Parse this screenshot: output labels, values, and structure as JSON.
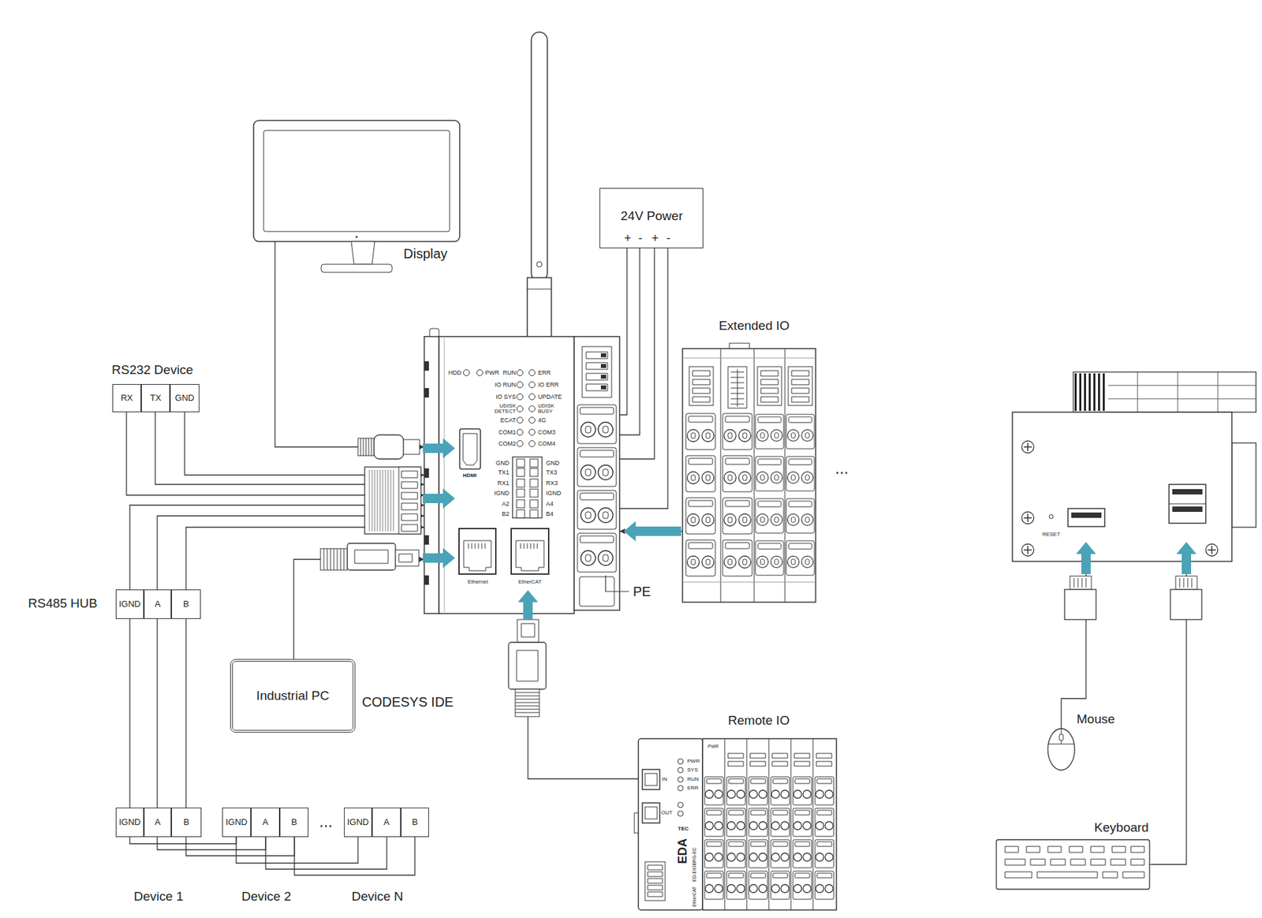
{
  "diagram": {
    "nodes": [
      {
        "text": [
          "Display"
        ]
      },
      {
        "text": [
          "24V Power",
          "+",
          "-",
          "+",
          "-"
        ]
      },
      {
        "text": [
          "RS232 Device"
        ]
      },
      {
        "text": [
          "RX"
        ],
        "in": 2
      },
      {
        "text": [
          "TX"
        ],
        "in": 2
      },
      {
        "text": [
          "GND"
        ],
        "in": 2
      },
      {
        "text": [
          "HDD",
          "PWR",
          "RUN",
          "ERR",
          "IO RUN",
          "IO ERR",
          "IO SYS",
          "UPDATE",
          "UDISK DETECT",
          "UDISK BUSY",
          "ECAT",
          "4G",
          "COM1",
          "COM3",
          "COM2",
          "COM4",
          "HDMI",
          "GND",
          "GND",
          "TX1",
          "TX3",
          "RX1",
          "RX3",
          "IGND",
          "IGND",
          "A2",
          "A4",
          "B2",
          "B4",
          "Ethernet",
          "EtherCAT"
        ]
      },
      {
        "text": [
          "Extended IO"
        ]
      },
      {
        "text": [
          "RS485 HUB"
        ]
      },
      {
        "text": [
          "IGND"
        ],
        "in": 8
      },
      {
        "text": [
          "A"
        ],
        "in": 8
      },
      {
        "text": [
          "B"
        ],
        "in": 8
      },
      {
        "text": [
          "Industrial PC"
        ]
      },
      {
        "text": [
          "RESET"
        ]
      },
      {
        "text": [
          "Remote IO"
        ]
      },
      {
        "text": [
          "Mouse"
        ]
      },
      {
        "text": [
          "Device 1"
        ]
      },
      {
        "text": [
          "IGND"
        ],
        "in": 16
      },
      {
        "text": [
          "A"
        ],
        "in": 16
      },
      {
        "text": [
          "B"
        ],
        "in": 16
      },
      {
        "text": [
          "Device 2"
        ]
      },
      {
        "text": [
          "IGND"
        ],
        "in": 20
      },
      {
        "text": [
          "A"
        ],
        "in": 20
      },
      {
        "text": [
          "B"
        ],
        "in": 20
      },
      {
        "text": [
          "Device N"
        ]
      },
      {
        "text": [
          "IGND"
        ],
        "in": 24
      },
      {
        "text": [
          "A"
        ],
        "in": 24
      },
      {
        "text": [
          "B"
        ],
        "in": 24
      },
      {
        "text": [
          "Keyboard"
        ]
      }
    ],
    "edges": [
      {
        "from": 0,
        "to": 6,
        "arrow": "to"
      },
      {
        "from": 3,
        "to": 6,
        "arrow": "to"
      },
      {
        "from": 4,
        "to": 6,
        "arrow": "to"
      },
      {
        "from": 5,
        "to": 6,
        "arrow": "to"
      },
      {
        "from": 1,
        "to": 6,
        "arrow": "none"
      },
      {
        "from": 1,
        "to": 6,
        "arrow": "none"
      },
      {
        "from": 1,
        "to": 6,
        "arrow": "none"
      },
      {
        "from": 1,
        "to": 6,
        "arrow": "none"
      },
      {
        "from": 9,
        "to": 6,
        "arrow": "to"
      },
      {
        "from": 10,
        "to": 6,
        "arrow": "to"
      },
      {
        "from": 11,
        "to": 6,
        "arrow": "to"
      },
      {
        "from": 7,
        "to": 6,
        "arrow": "to"
      },
      {
        "from": 12,
        "to": 6,
        "arrow": "to"
      },
      {
        "from": 14,
        "to": 6,
        "arrow": "to"
      },
      {
        "from": 9,
        "to": 17,
        "arrow": "none"
      },
      {
        "from": 10,
        "to": 18,
        "arrow": "none"
      },
      {
        "from": 11,
        "to": 19,
        "arrow": "none"
      },
      {
        "from": 17,
        "to": 21,
        "arrow": "none"
      },
      {
        "from": 18,
        "to": 22,
        "arrow": "none"
      },
      {
        "from": 19,
        "to": 23,
        "arrow": "none"
      },
      {
        "from": 21,
        "to": 25,
        "arrow": "none"
      },
      {
        "from": 22,
        "to": 26,
        "arrow": "none"
      },
      {
        "from": 23,
        "to": 27,
        "arrow": "none"
      },
      {
        "from": 15,
        "to": 13,
        "arrow": "to"
      },
      {
        "from": 28,
        "to": 13,
        "arrow": "to"
      }
    ],
    "labels": [
      "CODESYS IDE",
      "PE",
      "...",
      "...",
      "PWR",
      "SYS",
      "RUN",
      "ERR",
      "IN",
      "OUT",
      "TEC",
      "EDA",
      "ED-EIOBRG-EC",
      "EtherCAT",
      "PWR"
    ]
  }
}
